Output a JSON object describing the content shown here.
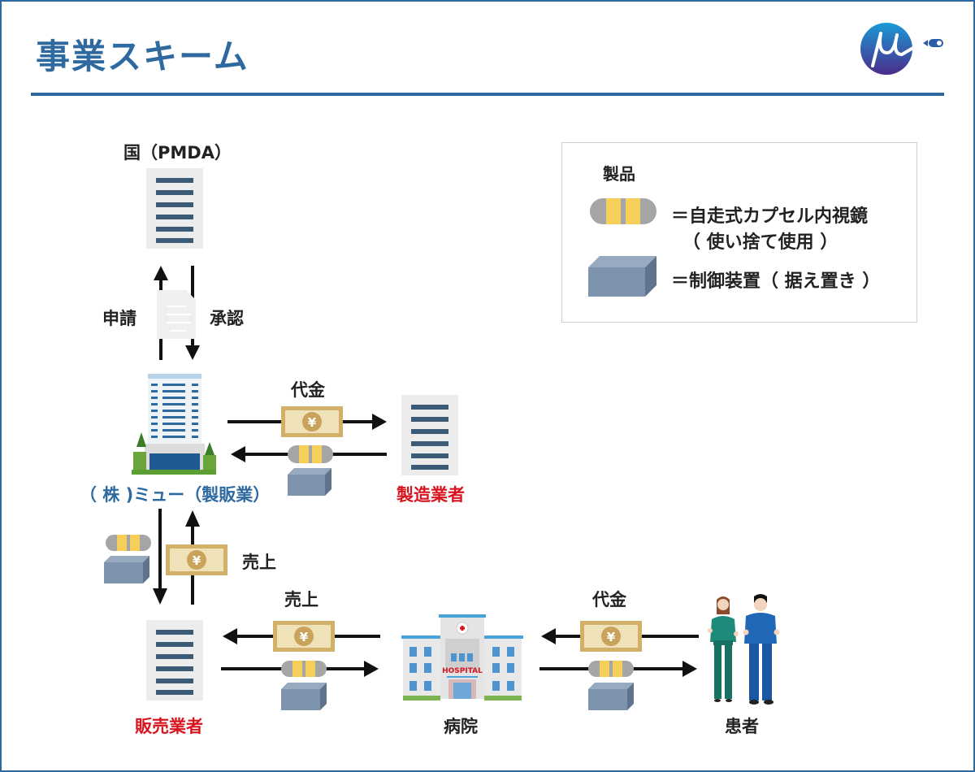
{
  "header": {
    "title": "事業スキーム",
    "logo": "mu-logo-icon"
  },
  "legend": {
    "heading": "製品",
    "items": [
      {
        "icon": "capsule-endoscope-icon",
        "label": "＝自走式カプセル内視鏡",
        "sublabel": "（ 使い捨て使用 ）"
      },
      {
        "icon": "control-device-icon",
        "label": "＝制御装置（ 据え置き ）"
      }
    ]
  },
  "nodes": {
    "government": "国（PMDA）",
    "company": "（ 株 )ミュー（製販業）",
    "manufacturer": "製造業者",
    "distributor": "販売業者",
    "hospital": "病院",
    "hospital_sign": "HOSPITAL",
    "patient": "患者"
  },
  "flows": {
    "apply": "申請",
    "approve": "承認",
    "payment_to_manufacturer": "代金",
    "sales_from_distributor": "売上",
    "sales_from_hospital": "売上",
    "payment_from_patient": "代金"
  },
  "colors": {
    "brand_blue": "#2e6aa0",
    "alert_red": "#d8141f",
    "capsule_gray": "#a5a5a5",
    "capsule_yellow": "#f5cf5a",
    "device_blue": "#7e93ad",
    "money_tan": "#d2b068"
  }
}
